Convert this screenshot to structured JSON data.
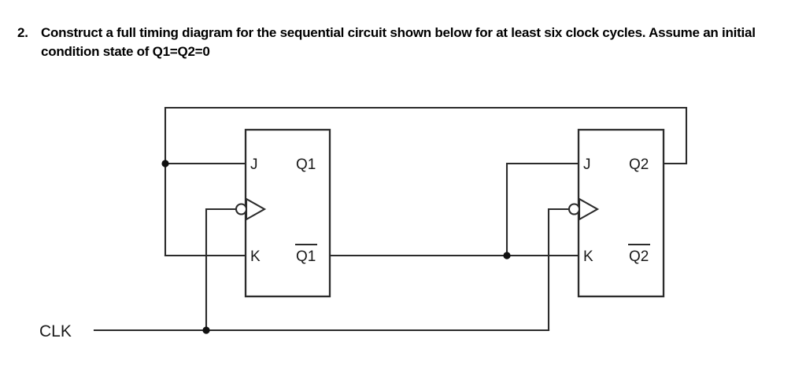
{
  "question": {
    "number": "2.",
    "text": "Construct a full timing diagram for the sequential circuit shown below for at least six clock cycles.  Assume an initial condition state of Q1=Q2=0"
  },
  "circuit": {
    "type": "jk-flip-flop-sequential-circuit",
    "clock_label": "CLK",
    "flipflops": [
      {
        "id": "ff1",
        "inputs": {
          "j": "J",
          "k": "K"
        },
        "outputs": {
          "q": "Q1",
          "qbar": "Q1"
        },
        "qbar_overline": true,
        "clock_input": "inverted-edge-triggered"
      },
      {
        "id": "ff2",
        "inputs": {
          "j": "J",
          "k": "K"
        },
        "outputs": {
          "q": "Q2",
          "qbar": "Q2"
        },
        "qbar_overline": true,
        "clock_input": "inverted-edge-triggered"
      }
    ],
    "connections": [
      "Q2 output feeds back over the top to J1 and K1",
      "Q1-bar output feeds forward to J2 and K2",
      "CLK drives both flip-flop clock inputs"
    ],
    "colors": {
      "wire": "#2b2b2b",
      "text": "#1a1a1a",
      "background": "#ffffff"
    }
  }
}
